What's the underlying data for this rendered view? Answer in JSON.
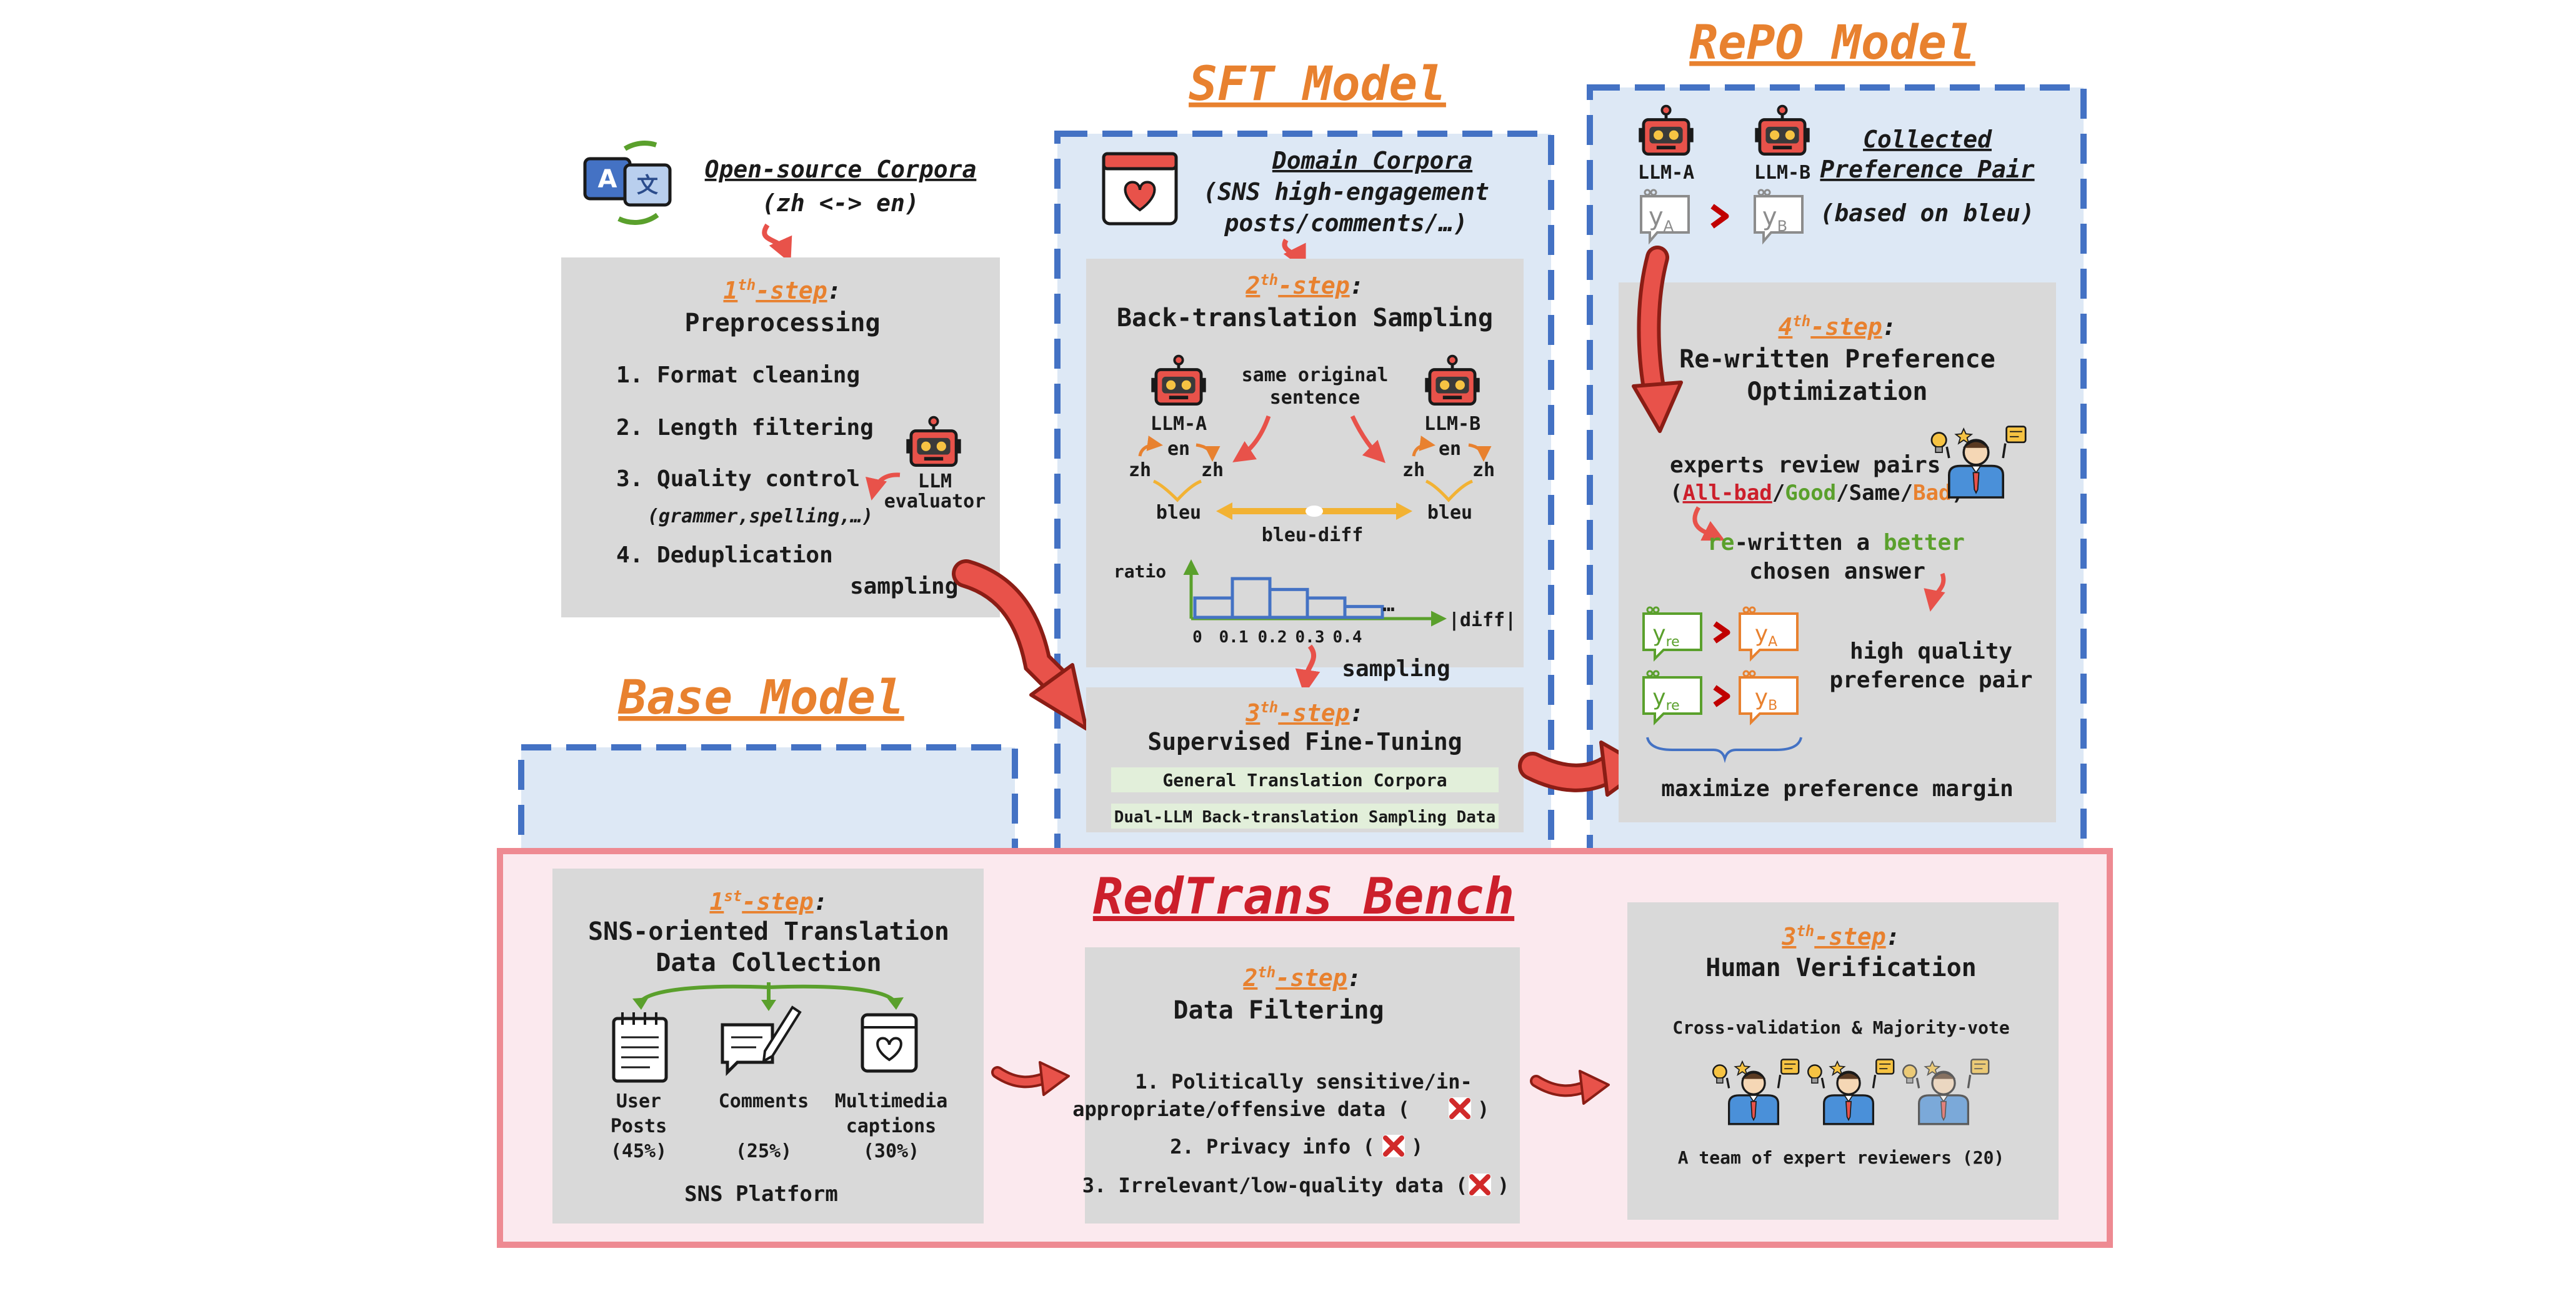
{
  "titles": {
    "sft": "SFT Model",
    "repo": "RePO Model",
    "base": "Base Model",
    "bench": "RedTrans Bench"
  },
  "corpus": {
    "title": "Open-source Corpora",
    "subtitle": "(zh <-> en)"
  },
  "preprocess": {
    "step_num": "1",
    "step_sup": "th",
    "step_word": "-step",
    "colon": ":",
    "heading": "Preprocessing",
    "items": [
      "1. Format cleaning",
      "2. Length filtering",
      "3. Quality control",
      "4. Deduplication"
    ],
    "qc_note": "(grammer,spelling,…)",
    "evaluator_top": "LLM",
    "evaluator_bottom": "evaluator",
    "sampling": "sampling"
  },
  "domain": {
    "title": "Domain Corpora",
    "line1": "(SNS high-engagement",
    "line2": "posts/comments/…)"
  },
  "backtrans": {
    "step_num": "2",
    "step_sup": "th",
    "step_word": "-step",
    "colon": ":",
    "heading": "Back-translation Sampling",
    "llm_a": "LLM-A",
    "llm_b": "LLM-B",
    "same_top": "same original",
    "same_bottom": "sentence",
    "en": "en",
    "zh": "zh",
    "bleu": "bleu",
    "bleu_diff": "bleu-diff",
    "ratio": "ratio",
    "diff": "|diff|",
    "ticks": [
      "0",
      "0.1",
      "0.2",
      "0.3",
      "0.4"
    ],
    "ellipsis": "…",
    "sampling": "sampling"
  },
  "histogram": {
    "bin_labels": [
      "0",
      "0.1",
      "0.2",
      "0.3",
      "0.4"
    ],
    "relative_heights": [
      0.5,
      1.0,
      0.72,
      0.5,
      0.28
    ]
  },
  "sft_step": {
    "step_num": "3",
    "step_sup": "th",
    "step_word": "-step",
    "colon": ":",
    "heading": "Supervised Fine-Tuning",
    "data1": "General Translation Corpora",
    "data2": "Dual-LLM Back-translation Sampling Data"
  },
  "repo_top": {
    "llm_a": "LLM-A",
    "llm_b": "LLM-B",
    "y_a": "y",
    "y_a_sub": "A",
    "y_b": "y",
    "y_b_sub": "B",
    "collected1": "Collected",
    "collected2": "Preference Pair",
    "based": "(based on bleu)"
  },
  "repo_step": {
    "step_num": "4",
    "step_sup": "th",
    "step_word": "-step",
    "colon": ":",
    "heading1": "Re-written Preference",
    "heading2": "Optimization",
    "review": "experts review pairs",
    "paren_open": "(",
    "opt_allbad": "All-bad",
    "opt_good": "Good",
    "opt_same": "Same",
    "opt_bad": "Bad",
    "slash": "/",
    "paren_close": ")",
    "rewritten_re": "re",
    "rewritten_mid": "-written a ",
    "rewritten_better": "better",
    "chosen": "chosen answer",
    "y_re": "y",
    "y_re_sub": "re",
    "high1": "high quality",
    "high2": "preference pair",
    "maximize": "maximize preference margin"
  },
  "bench1": {
    "step_num": "1",
    "step_sup": "st",
    "step_word": "-step",
    "colon": ":",
    "heading1": "SNS-oriented Translation",
    "heading2": "Data Collection",
    "posts1": "User",
    "posts2": "Posts",
    "posts_pct": "(45%)",
    "comments": "Comments",
    "comments_pct": "(25%)",
    "media1": "Multimedia",
    "media2": "captions",
    "media_pct": "(30%)",
    "platform": "SNS Platform"
  },
  "bench2": {
    "step_num": "2",
    "step_sup": "th",
    "step_word": "-step",
    "colon": ":",
    "heading": "Data Filtering",
    "item1a": "1. Politically sensitive/in-",
    "item1b": "appropriate/offensive data (",
    "item2": "2. Privacy info (",
    "item3": "3. Irrelevant/low-quality data (",
    "close": ")"
  },
  "bench3": {
    "step_num": "3",
    "step_sup": "th",
    "step_word": "-step",
    "colon": ":",
    "heading": "Human Verification",
    "cross": "Cross-validation & Majority-vote",
    "team": "A team of expert reviewers (20)"
  },
  "colors": {
    "orange_title": "#e8812f",
    "red_title": "#cc1f2b",
    "blue_border": "#4472c4",
    "blue_fill": "#dde8f5",
    "grey_box": "#d9d9d9",
    "pink_fill": "#fbe9ee",
    "pink_border": "#ee8a92",
    "green": "#5aa02c",
    "green_fill": "#e2efda",
    "arrow_red": "#e8524a",
    "arrow_dark": "#8b1d15"
  }
}
